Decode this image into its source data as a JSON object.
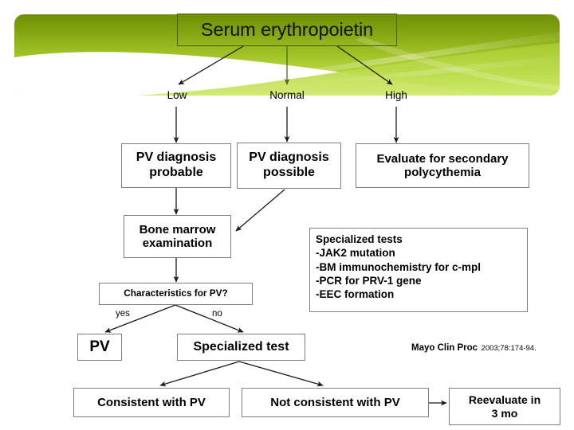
{
  "slide": {
    "title": "Serum erythropoietin",
    "background_color": "#ffffff",
    "banner": {
      "gradient_top": "#7d9c10",
      "gradient_bottom": "#c9e85c",
      "accent": "#b6dd3e"
    }
  },
  "branches": [
    {
      "label": "Low"
    },
    {
      "label": "Normal"
    },
    {
      "label": "High"
    }
  ],
  "decision_labels": {
    "yes": "yes",
    "no": "no"
  },
  "nodes": {
    "pv_probable": "PV diagnosis\nprobable",
    "pv_probable_line1": "PV diagnosis",
    "pv_probable_line2": "probable",
    "pv_possible_line1": "PV diagnosis",
    "pv_possible_line2": "possible",
    "secondary_line1": "Evaluate for secondary",
    "secondary_line2": "polycythemia",
    "bone_marrow_line1": "Bone marrow",
    "bone_marrow_line2": "examination",
    "characteristics": "Characteristics for PV?",
    "pv": "PV",
    "specialized_test": "Specialized test",
    "consistent": "Consistent with PV",
    "not_consistent": "Not consistent with PV",
    "reevaluate_line1": "Reevaluate in",
    "reevaluate_line2": "3 mo"
  },
  "tests_box": {
    "heading": "Specialized tests",
    "items": [
      "-JAK2 mutation",
      "-BM immunochemistry for c-mpl",
      "-PCR for PRV-1 gene",
      "-EEC formation"
    ]
  },
  "citation": {
    "journal": "Mayo Clin Proc",
    "reference": "2003;78:174-94."
  }
}
